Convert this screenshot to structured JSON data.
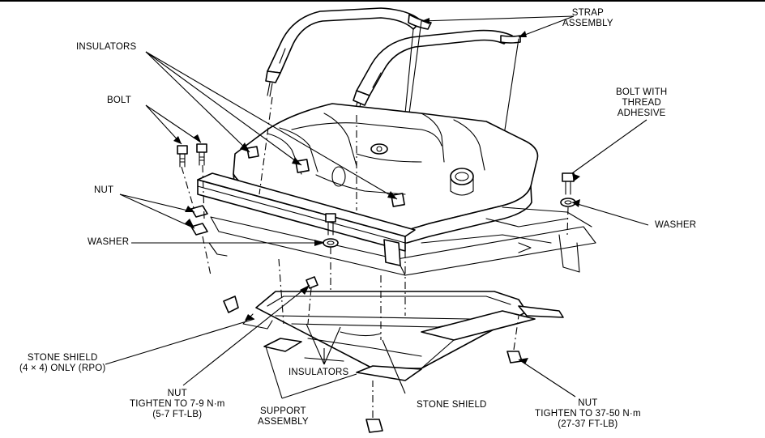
{
  "labels": {
    "strap_assembly": [
      "STRAP",
      "ASSEMBLY"
    ],
    "insulators_top": "INSULATORS",
    "bolt": "BOLT",
    "bolt_with_thread_adhesive": [
      "BOLT WITH",
      "THREAD",
      "ADHESIVE"
    ],
    "nut_left": "NUT",
    "washer_right": "WASHER",
    "washer_left": "WASHER",
    "stone_shield_4x4": [
      "STONE SHIELD",
      "(4 × 4) ONLY (RPO)"
    ],
    "nut_tighten_small": [
      "NUT",
      "TIGHTEN TO 7-9 N·m",
      "(5-7 FT-LB)"
    ],
    "insulators_bottom": "INSULATORS",
    "support_assembly": [
      "SUPPORT",
      "ASSEMBLY"
    ],
    "stone_shield": "STONE SHIELD",
    "nut_tighten_large": [
      "NUT",
      "TIGHTEN TO 37-50 N·m",
      "(27-37 FT-LB)"
    ]
  }
}
